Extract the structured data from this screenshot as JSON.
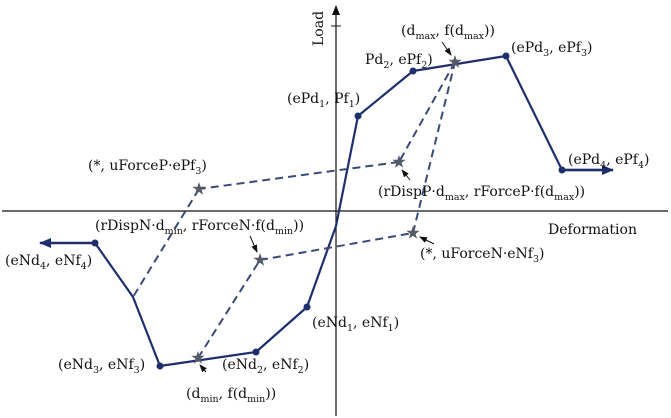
{
  "axes": {
    "x_label": "Deformation",
    "y_label": "Load"
  },
  "labels": {
    "dmax": {
      "parts": [
        {
          "t": "(d"
        },
        {
          "t": "max",
          "sub": true
        },
        {
          "t": ", f(d"
        },
        {
          "t": "max",
          "sub": true
        },
        {
          "t": "))"
        }
      ]
    },
    "pd2": {
      "parts": [
        {
          "t": "Pd"
        },
        {
          "t": "2",
          "sub": true
        },
        {
          "t": ", ePf"
        },
        {
          "t": "2",
          "sub": true
        },
        {
          "t": ")"
        }
      ]
    },
    "epd3": {
      "parts": [
        {
          "t": "(ePd"
        },
        {
          "t": "3",
          "sub": true
        },
        {
          "t": ", ePf"
        },
        {
          "t": "3",
          "sub": true
        },
        {
          "t": ")"
        }
      ]
    },
    "epd1": {
      "parts": [
        {
          "t": "(ePd"
        },
        {
          "t": "1",
          "sub": true
        },
        {
          "t": ", Pf"
        },
        {
          "t": "1",
          "sub": true
        },
        {
          "t": ")"
        }
      ]
    },
    "uforcep": {
      "parts": [
        {
          "t": "(*, uForceP·ePf"
        },
        {
          "t": "3",
          "sub": true
        },
        {
          "t": ")"
        }
      ]
    },
    "epd4": {
      "parts": [
        {
          "t": "(ePd"
        },
        {
          "t": "4",
          "sub": true
        },
        {
          "t": ", ePf"
        },
        {
          "t": "4",
          "sub": true
        },
        {
          "t": ")"
        }
      ]
    },
    "rdispp": {
      "parts": [
        {
          "t": "(rDispP·d"
        },
        {
          "t": "max",
          "sub": true
        },
        {
          "t": ", rForceP·f(d"
        },
        {
          "t": "max",
          "sub": true
        },
        {
          "t": "))"
        }
      ]
    },
    "rdispn": {
      "parts": [
        {
          "t": "(rDispN·d"
        },
        {
          "t": "min",
          "sub": true
        },
        {
          "t": ", rForceN·f(d"
        },
        {
          "t": "min",
          "sub": true
        },
        {
          "t": "))"
        }
      ]
    },
    "end4": {
      "parts": [
        {
          "t": "(eNd"
        },
        {
          "t": "4",
          "sub": true
        },
        {
          "t": ", eNf"
        },
        {
          "t": "4",
          "sub": true
        },
        {
          "t": ")"
        }
      ]
    },
    "uforcen": {
      "parts": [
        {
          "t": "(*, uForceN·eNf"
        },
        {
          "t": "3",
          "sub": true
        },
        {
          "t": ")"
        }
      ]
    },
    "end1": {
      "parts": [
        {
          "t": "(eNd"
        },
        {
          "t": "1",
          "sub": true
        },
        {
          "t": ", eNf"
        },
        {
          "t": "1",
          "sub": true
        },
        {
          "t": ")"
        }
      ]
    },
    "end3": {
      "parts": [
        {
          "t": "(eNd"
        },
        {
          "t": "3",
          "sub": true
        },
        {
          "t": ", eNf"
        },
        {
          "t": "3",
          "sub": true
        },
        {
          "t": ")"
        }
      ]
    },
    "end2": {
      "parts": [
        {
          "t": "(eNd"
        },
        {
          "t": "2",
          "sub": true
        },
        {
          "t": ", eNf"
        },
        {
          "t": "2",
          "sub": true
        },
        {
          "t": ")"
        }
      ]
    },
    "dmin": {
      "parts": [
        {
          "t": "(d"
        },
        {
          "t": "min",
          "sub": true
        },
        {
          "t": ", f(d"
        },
        {
          "t": "min",
          "sub": true
        },
        {
          "t": "))"
        }
      ]
    }
  },
  "colors": {
    "curve": "#1f2f6b",
    "dashed": "#3c4a78",
    "star": "#555a66",
    "axis": "#111111"
  }
}
